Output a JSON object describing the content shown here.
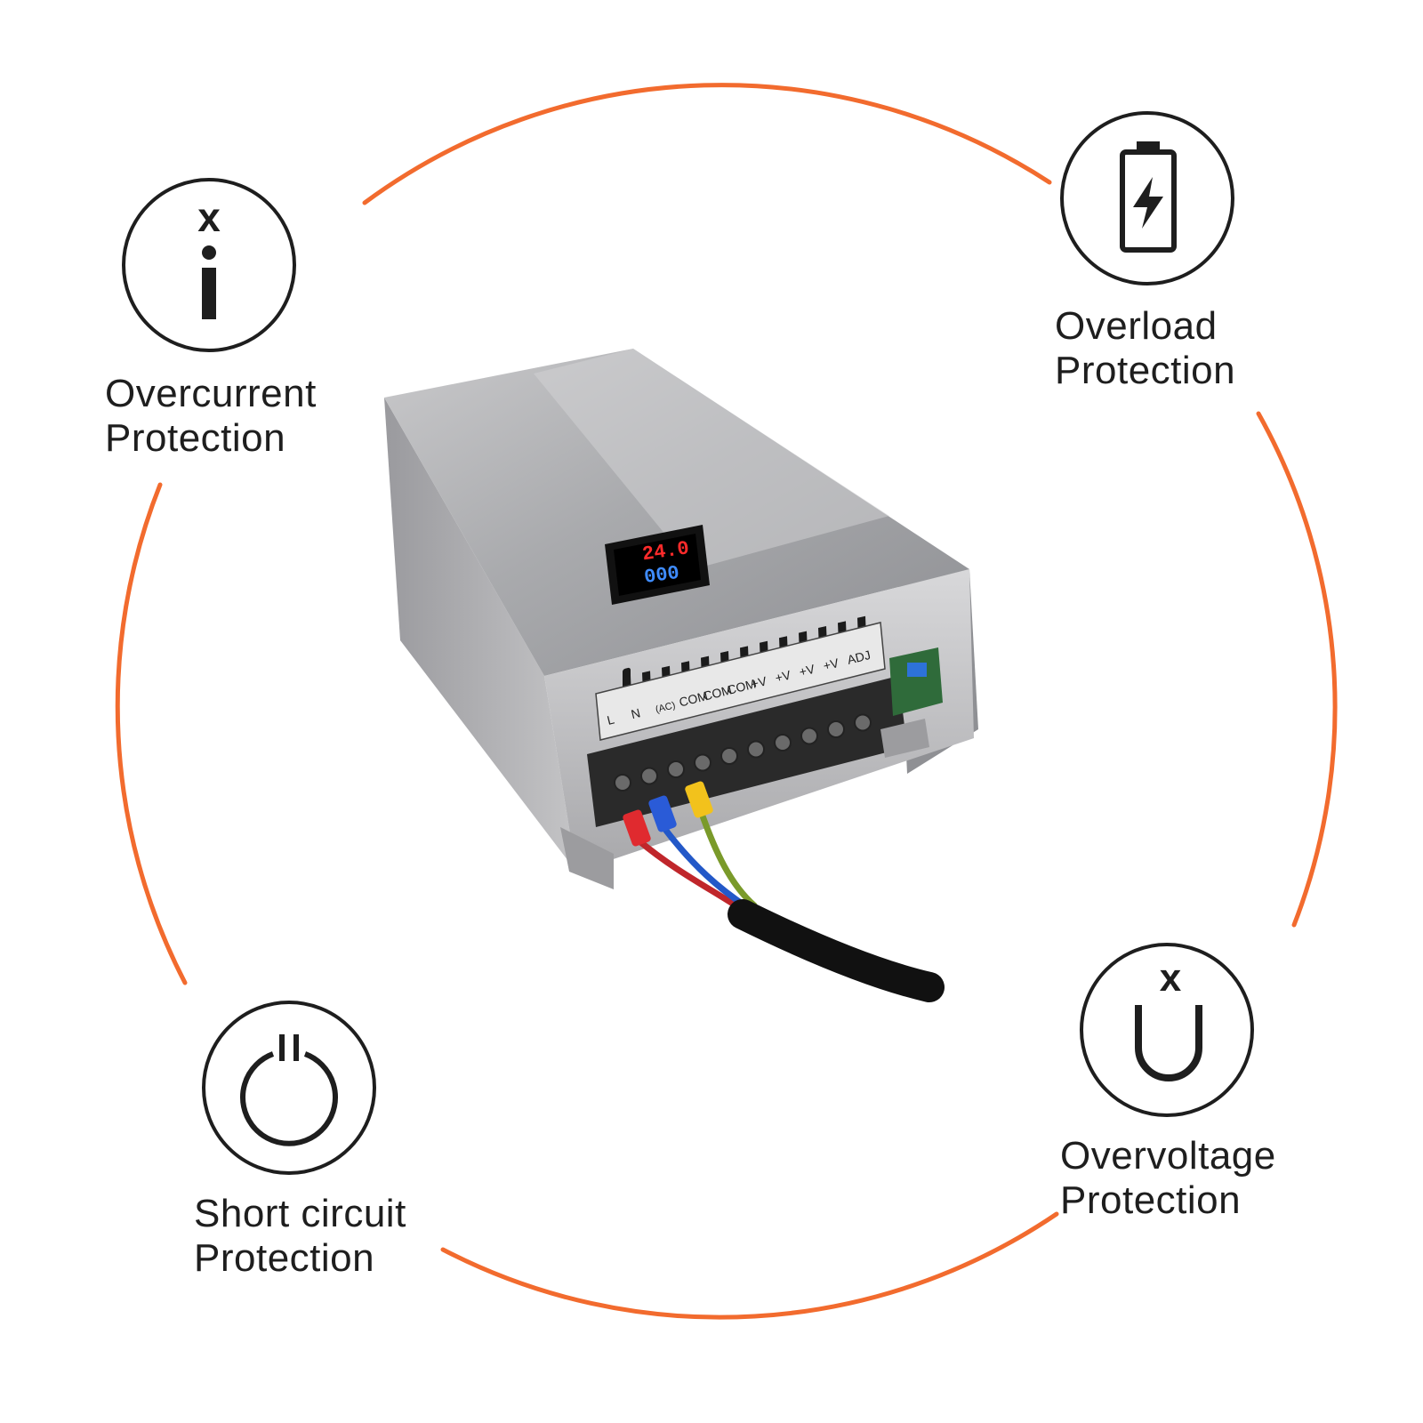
{
  "accent_color": "#f26b2e",
  "features": [
    {
      "id": "overcurrent",
      "icon": "x-i-icon",
      "line1": "Overcurrent",
      "line2": "Protection"
    },
    {
      "id": "overload",
      "icon": "battery-bolt-icon",
      "line1": "Overload",
      "line2": "Protection"
    },
    {
      "id": "short-circuit",
      "icon": "power-icon",
      "line1": "Short circuit",
      "line2": "Protection"
    },
    {
      "id": "overvoltage",
      "icon": "x-u-icon",
      "line1": "Overvoltage",
      "line2": "Protection"
    }
  ],
  "product": {
    "display_top": "24.0",
    "display_bottom": "000",
    "terminal_labels": [
      "L",
      "N",
      "(AC)",
      "COM",
      "COM",
      "COM",
      "+V",
      "+V",
      "+V",
      "+V",
      "ADJ"
    ]
  }
}
